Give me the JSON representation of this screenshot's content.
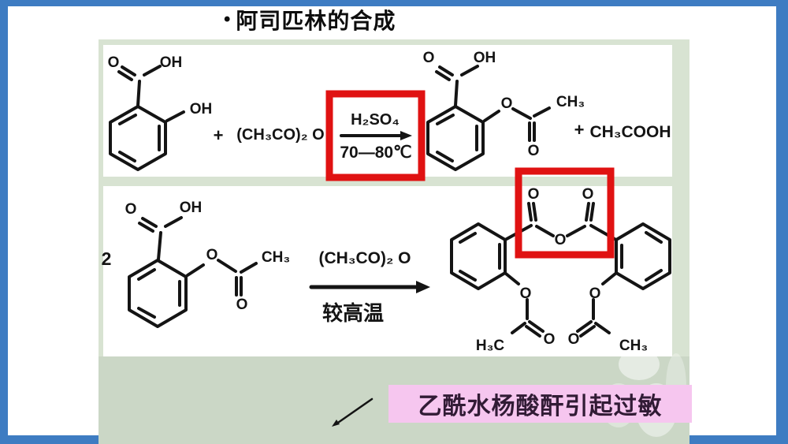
{
  "title": {
    "bullet": "•",
    "text": "阿司匹林的合成"
  },
  "colors": {
    "frame_blue": "#3e7cc2",
    "figure_green": "#d8e3d2",
    "bottom_green": "#cbd7c6",
    "highlight_red": "#e01212",
    "condition_magenta": "#ee17a1",
    "note_pink": "#f6c6ef",
    "ink": "#141414"
  },
  "reaction1": {
    "salicylic": {
      "o": "O",
      "oh": "OH",
      "phenol_oh": "OH"
    },
    "plus1": "+",
    "reagent": "(CH₃CO)₂ O",
    "catalyst": "H₂SO₄",
    "temperature": "70—80℃",
    "aspirin": {
      "o": "O",
      "oh": "OH",
      "ester_o": "O",
      "methyl": "CH₃",
      "carbonyl_o": "O"
    },
    "plus2": "+",
    "byproduct": "CH₃COOH"
  },
  "reaction2": {
    "coefficient": "2",
    "aspirin": {
      "o": "O",
      "oh": "OH",
      "ester_o": "O",
      "methyl": "CH₃",
      "carbonyl_o": "O"
    },
    "reagent": "(CH₃CO)₂ O",
    "condition": "较高温",
    "anhydride": {
      "left_carbonyl_o": "O",
      "right_carbonyl_o": "O",
      "central_o": "O",
      "left_ester_o": "O",
      "right_ester_o": "O",
      "left_methyl": "H₃C",
      "left_acetyl_o": "O",
      "right_acetyl_o": "O",
      "right_methyl": "CH₃"
    }
  },
  "annotation": {
    "text": "乙酰水杨酸酐引起过敏"
  }
}
